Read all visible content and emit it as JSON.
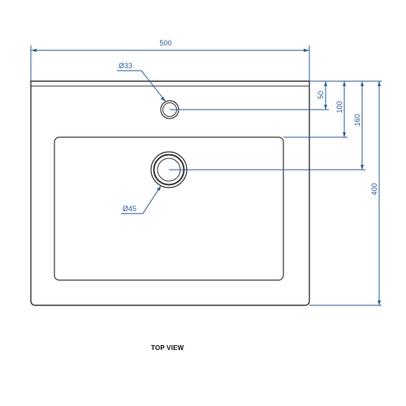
{
  "colors": {
    "outline": "#3a3a3a",
    "dimension": "#2a5da8",
    "background": "#ffffff"
  },
  "drawing": {
    "view_label": "TOP VIEW",
    "overall_width": "500",
    "overall_depth": "400",
    "tap_hole_offset": "50",
    "tap_hole_diameter": "Ø33",
    "offset_100": "100",
    "drain_offset": "160",
    "drain_diameter": "Ø45"
  }
}
